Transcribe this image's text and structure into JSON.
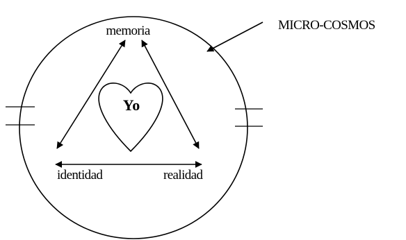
{
  "diagram": {
    "labels": {
      "top": "memoria",
      "bottom_left": "identidad",
      "bottom_right": "realidad",
      "center": "Yo",
      "outside": "MICRO-COSMOS"
    },
    "colors": {
      "stroke": "#000000",
      "background": "#ffffff"
    }
  }
}
